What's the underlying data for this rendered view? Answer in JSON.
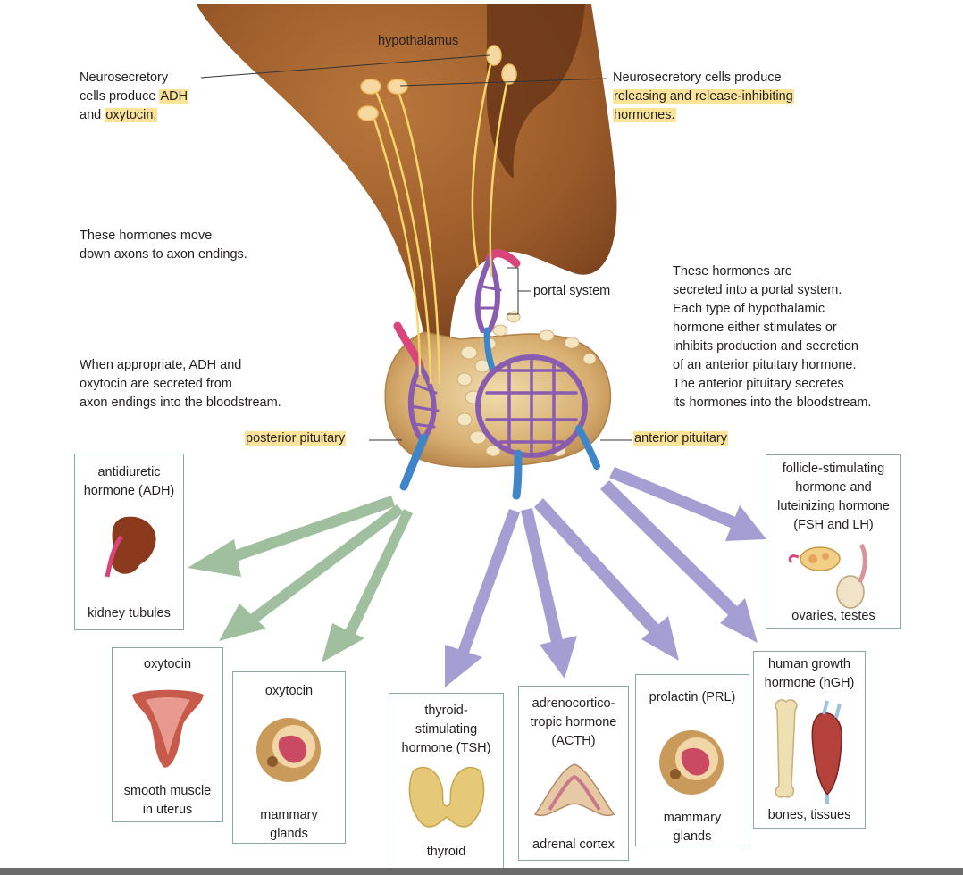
{
  "labels": {
    "hypothalamus": "hypothalamus",
    "portal_system": "portal system",
    "posterior_pituitary": "posterior pituitary",
    "anterior_pituitary": "anterior pituitary"
  },
  "notes": {
    "left_top": {
      "line1": "Neurosecretory",
      "line2_pre": "cells produce ",
      "line2_hl": "ADH",
      "line3_pre": "and ",
      "line3_hl": "oxytocin."
    },
    "right_top": {
      "line1": "Neurosecretory cells produce",
      "line2_hl": "releasing and release-inhibiting",
      "line3_hl": "hormones."
    },
    "left_mid": [
      "These hormones move",
      "down axons to axon endings."
    ],
    "left_low": [
      "When appropriate, ADH and",
      "oxytocin are secreted from",
      "axon endings into the bloodstream."
    ],
    "right_mid": [
      "These hormones are",
      "secreted into a portal system.",
      "Each type of hypothalamic",
      "hormone either stimulates or",
      "inhibits production and secretion",
      "of an anterior pituitary hormone.",
      "The anterior pituitary secretes",
      "its hormones into the bloodstream."
    ]
  },
  "targets": [
    {
      "hormone": "antidiuretic\nhormone (ADH)",
      "organ": "kidney tubules",
      "icon": "kidney-icon"
    },
    {
      "hormone": "oxytocin",
      "organ": "smooth muscle\nin uterus",
      "icon": "uterus-icon"
    },
    {
      "hormone": "oxytocin",
      "organ": "mammary\nglands",
      "icon": "mammary-gland-icon"
    },
    {
      "hormone": "thyroid-\nstimulating\nhormone (TSH)",
      "organ": "thyroid",
      "icon": "thyroid-icon"
    },
    {
      "hormone": "adrenocortico-\ntropic hormone\n(ACTH)",
      "organ": "adrenal cortex",
      "icon": "adrenal-icon"
    },
    {
      "hormone": "prolactin (PRL)",
      "organ": "mammary\nglands",
      "icon": "mammary-gland-icon"
    },
    {
      "hormone": "human growth\nhormone (hGH)",
      "organ": "bones, tissues",
      "icon": "bone-muscle-icon"
    },
    {
      "hormone": "follicle-stimulating\nhormone and\nluteinizing hormone\n(FSH and LH)",
      "organ": "ovaries, testes",
      "icon": "ovary-testis-icon"
    }
  ],
  "colors": {
    "brain": "#a0622d",
    "brain_dark": "#7a4220",
    "pituitary": "#d8b074",
    "highlight": "#fbe49a",
    "posterior_arrow": "#9fbf9f",
    "anterior_arrow": "#a59ed2",
    "vein": "#3f86c9",
    "artery": "#8a5cb0",
    "box_border": "#8aa7a3"
  }
}
